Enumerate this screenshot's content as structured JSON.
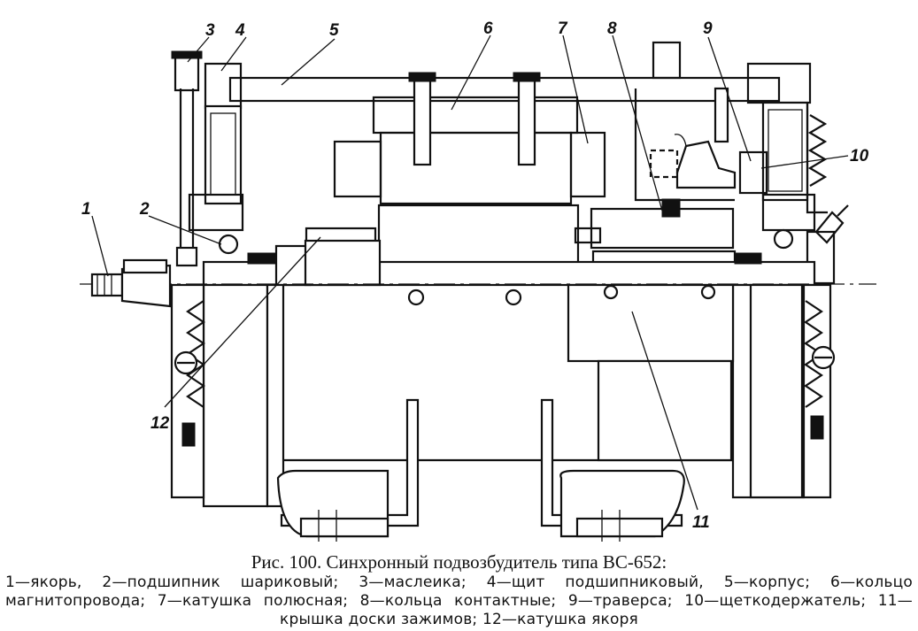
{
  "figure": {
    "callouts": [
      "1",
      "2",
      "3",
      "4",
      "5",
      "6",
      "7",
      "8",
      "9",
      "10",
      "11",
      "12"
    ],
    "caption_title": "Рис. 100. Синхронный подвозбудитель типа ВС-652:",
    "caption_legend": "1—якорь, 2—подшипник шариковый; 3—маслеика; 4—щит подшипниковый, 5—корпус; 6—кольцо магнитопровода; 7—катушка полюсная; 8—кольца контактные; 9—траверса; 10—щеткодержатель; 11—крышка доски зажимов; 12—катушка якоря"
  }
}
